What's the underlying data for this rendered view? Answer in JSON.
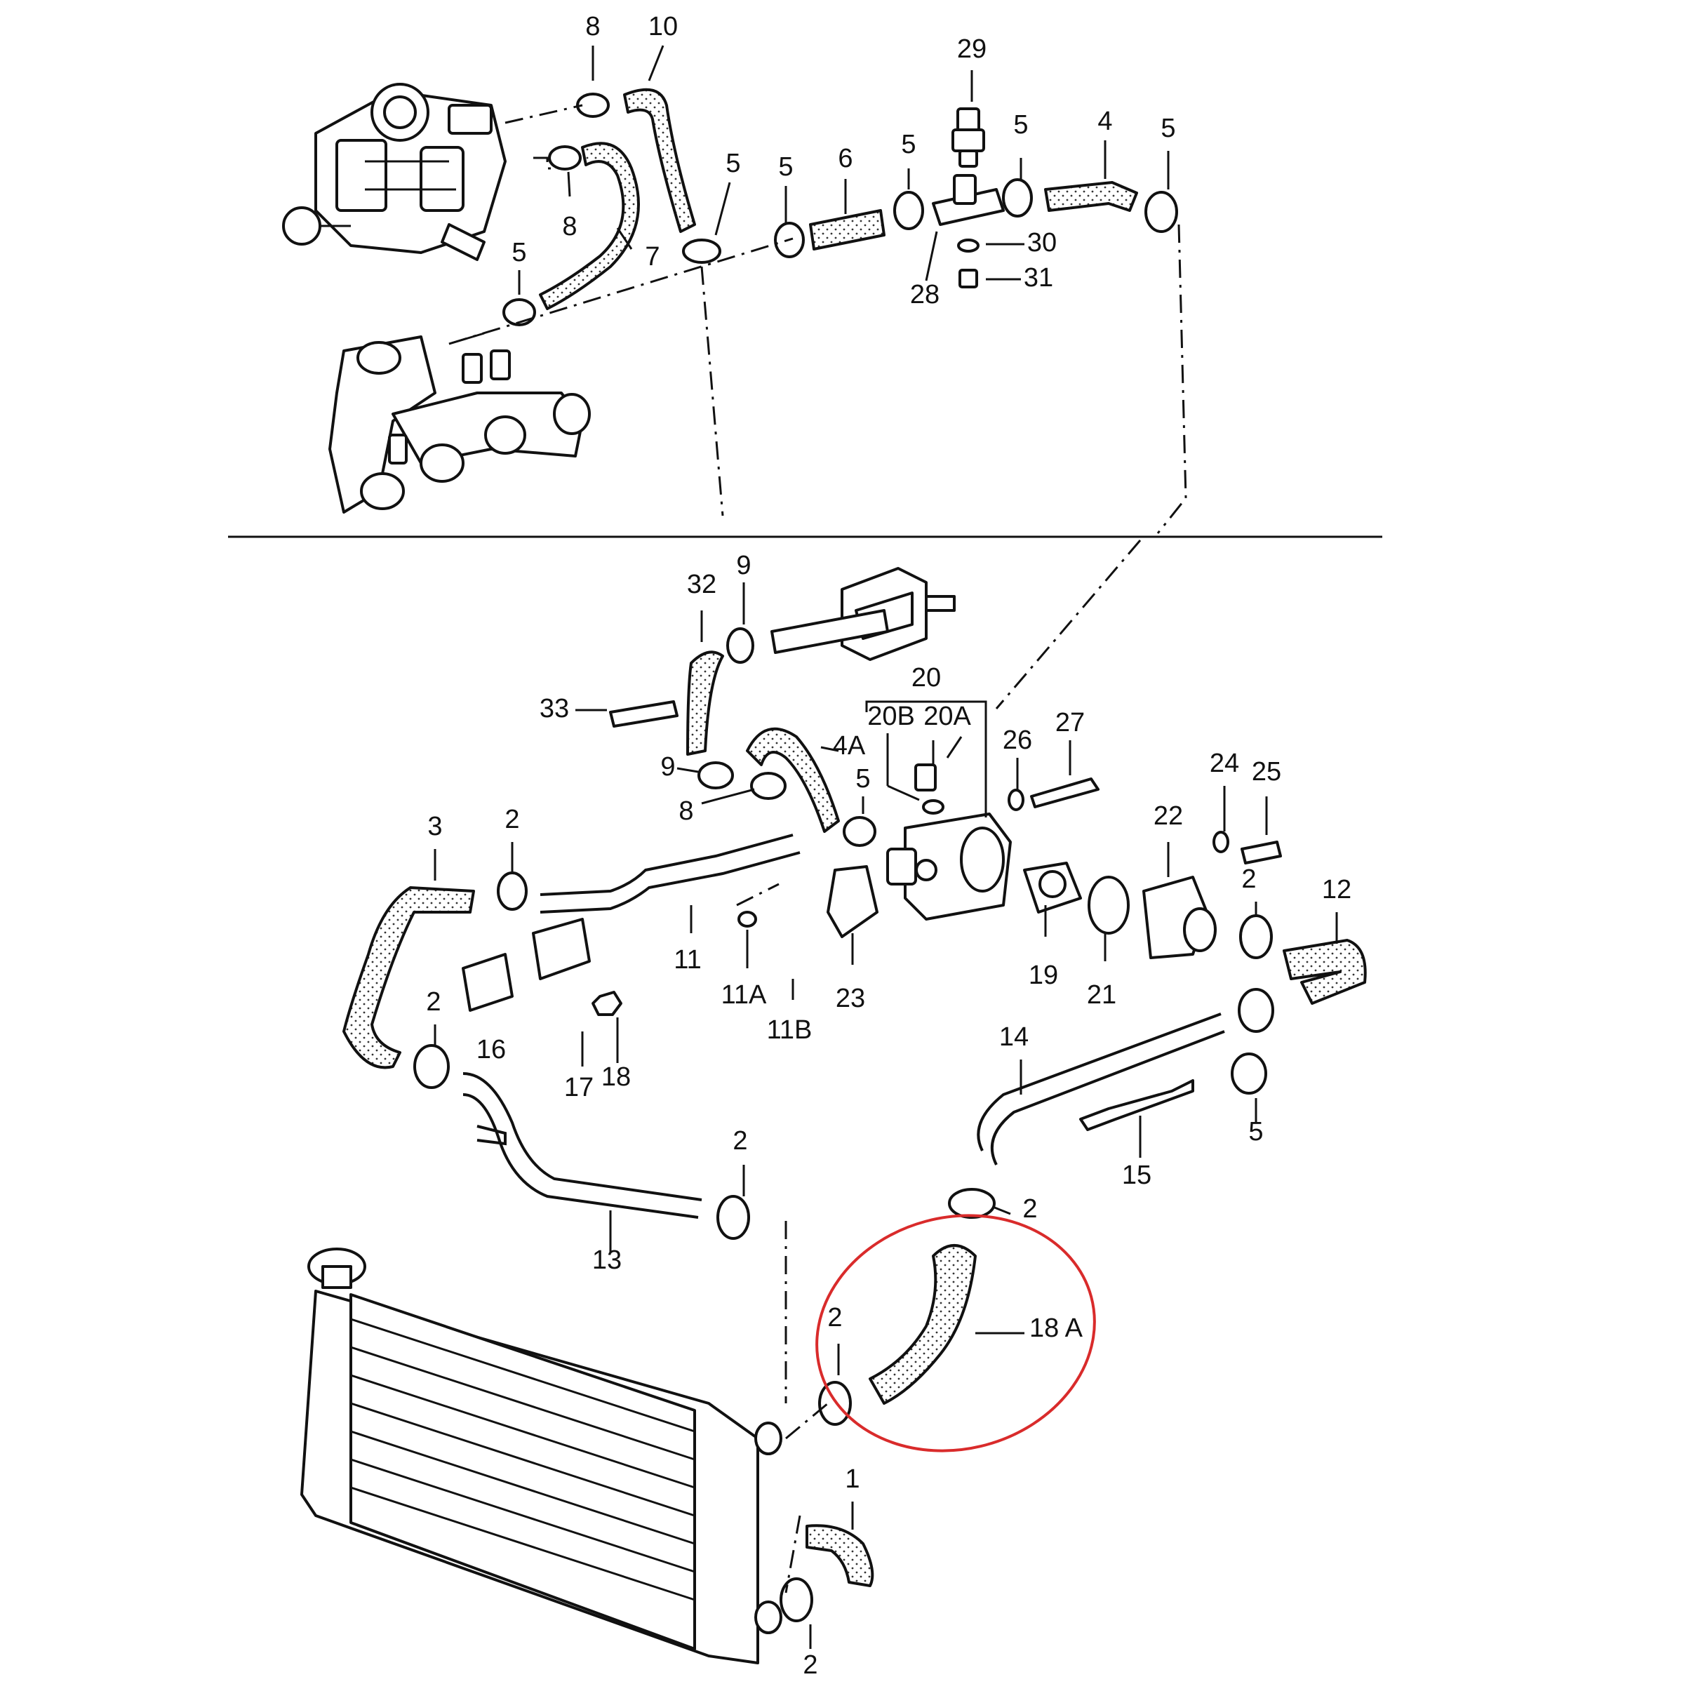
{
  "colors": {
    "highlight_ring": "#d92b2b",
    "line": "#111111",
    "background": "#ffffff"
  },
  "callouts": [
    {
      "id": "c8a",
      "text": "8"
    },
    {
      "id": "c10",
      "text": "10"
    },
    {
      "id": "c29",
      "text": "29"
    },
    {
      "id": "c5a",
      "text": "5"
    },
    {
      "id": "c4",
      "text": "4"
    },
    {
      "id": "c5b",
      "text": "5"
    },
    {
      "id": "c5c",
      "text": "5"
    },
    {
      "id": "c5d",
      "text": "5"
    },
    {
      "id": "c6",
      "text": "6"
    },
    {
      "id": "c5e",
      "text": "5"
    },
    {
      "id": "c30",
      "text": "30"
    },
    {
      "id": "c31",
      "text": "31"
    },
    {
      "id": "c28",
      "text": "28"
    },
    {
      "id": "c8b",
      "text": "8"
    },
    {
      "id": "c7",
      "text": "7"
    },
    {
      "id": "c5f",
      "text": "5"
    },
    {
      "id": "c9a",
      "text": "9"
    },
    {
      "id": "c32",
      "text": "32"
    },
    {
      "id": "c20",
      "text": "20"
    },
    {
      "id": "c20b",
      "text": "20B"
    },
    {
      "id": "c20a",
      "text": "20A"
    },
    {
      "id": "c33",
      "text": "33"
    },
    {
      "id": "c4a",
      "text": "4A"
    },
    {
      "id": "c27",
      "text": "27"
    },
    {
      "id": "c26",
      "text": "26"
    },
    {
      "id": "c9b",
      "text": "9"
    },
    {
      "id": "c5g",
      "text": "5"
    },
    {
      "id": "c24",
      "text": "24"
    },
    {
      "id": "c25",
      "text": "25"
    },
    {
      "id": "c8c",
      "text": "8"
    },
    {
      "id": "c3",
      "text": "3"
    },
    {
      "id": "c2a",
      "text": "2"
    },
    {
      "id": "c22",
      "text": "22"
    },
    {
      "id": "c2b",
      "text": "2"
    },
    {
      "id": "c12",
      "text": "12"
    },
    {
      "id": "c11",
      "text": "11"
    },
    {
      "id": "c19",
      "text": "19"
    },
    {
      "id": "c21",
      "text": "21"
    },
    {
      "id": "c11a",
      "text": "11A"
    },
    {
      "id": "c23",
      "text": "23"
    },
    {
      "id": "c2c",
      "text": "2"
    },
    {
      "id": "c11b",
      "text": "11B"
    },
    {
      "id": "c16",
      "text": "16"
    },
    {
      "id": "c14",
      "text": "14"
    },
    {
      "id": "c17",
      "text": "17"
    },
    {
      "id": "c18",
      "text": "18"
    },
    {
      "id": "c5h",
      "text": "5"
    },
    {
      "id": "c15",
      "text": "15"
    },
    {
      "id": "c2d",
      "text": "2"
    },
    {
      "id": "c2e",
      "text": "2"
    },
    {
      "id": "c13",
      "text": "13"
    },
    {
      "id": "c2f",
      "text": "2"
    },
    {
      "id": "c18A",
      "text": "18 A"
    },
    {
      "id": "c1",
      "text": "1"
    },
    {
      "id": "c2g",
      "text": "2"
    }
  ]
}
